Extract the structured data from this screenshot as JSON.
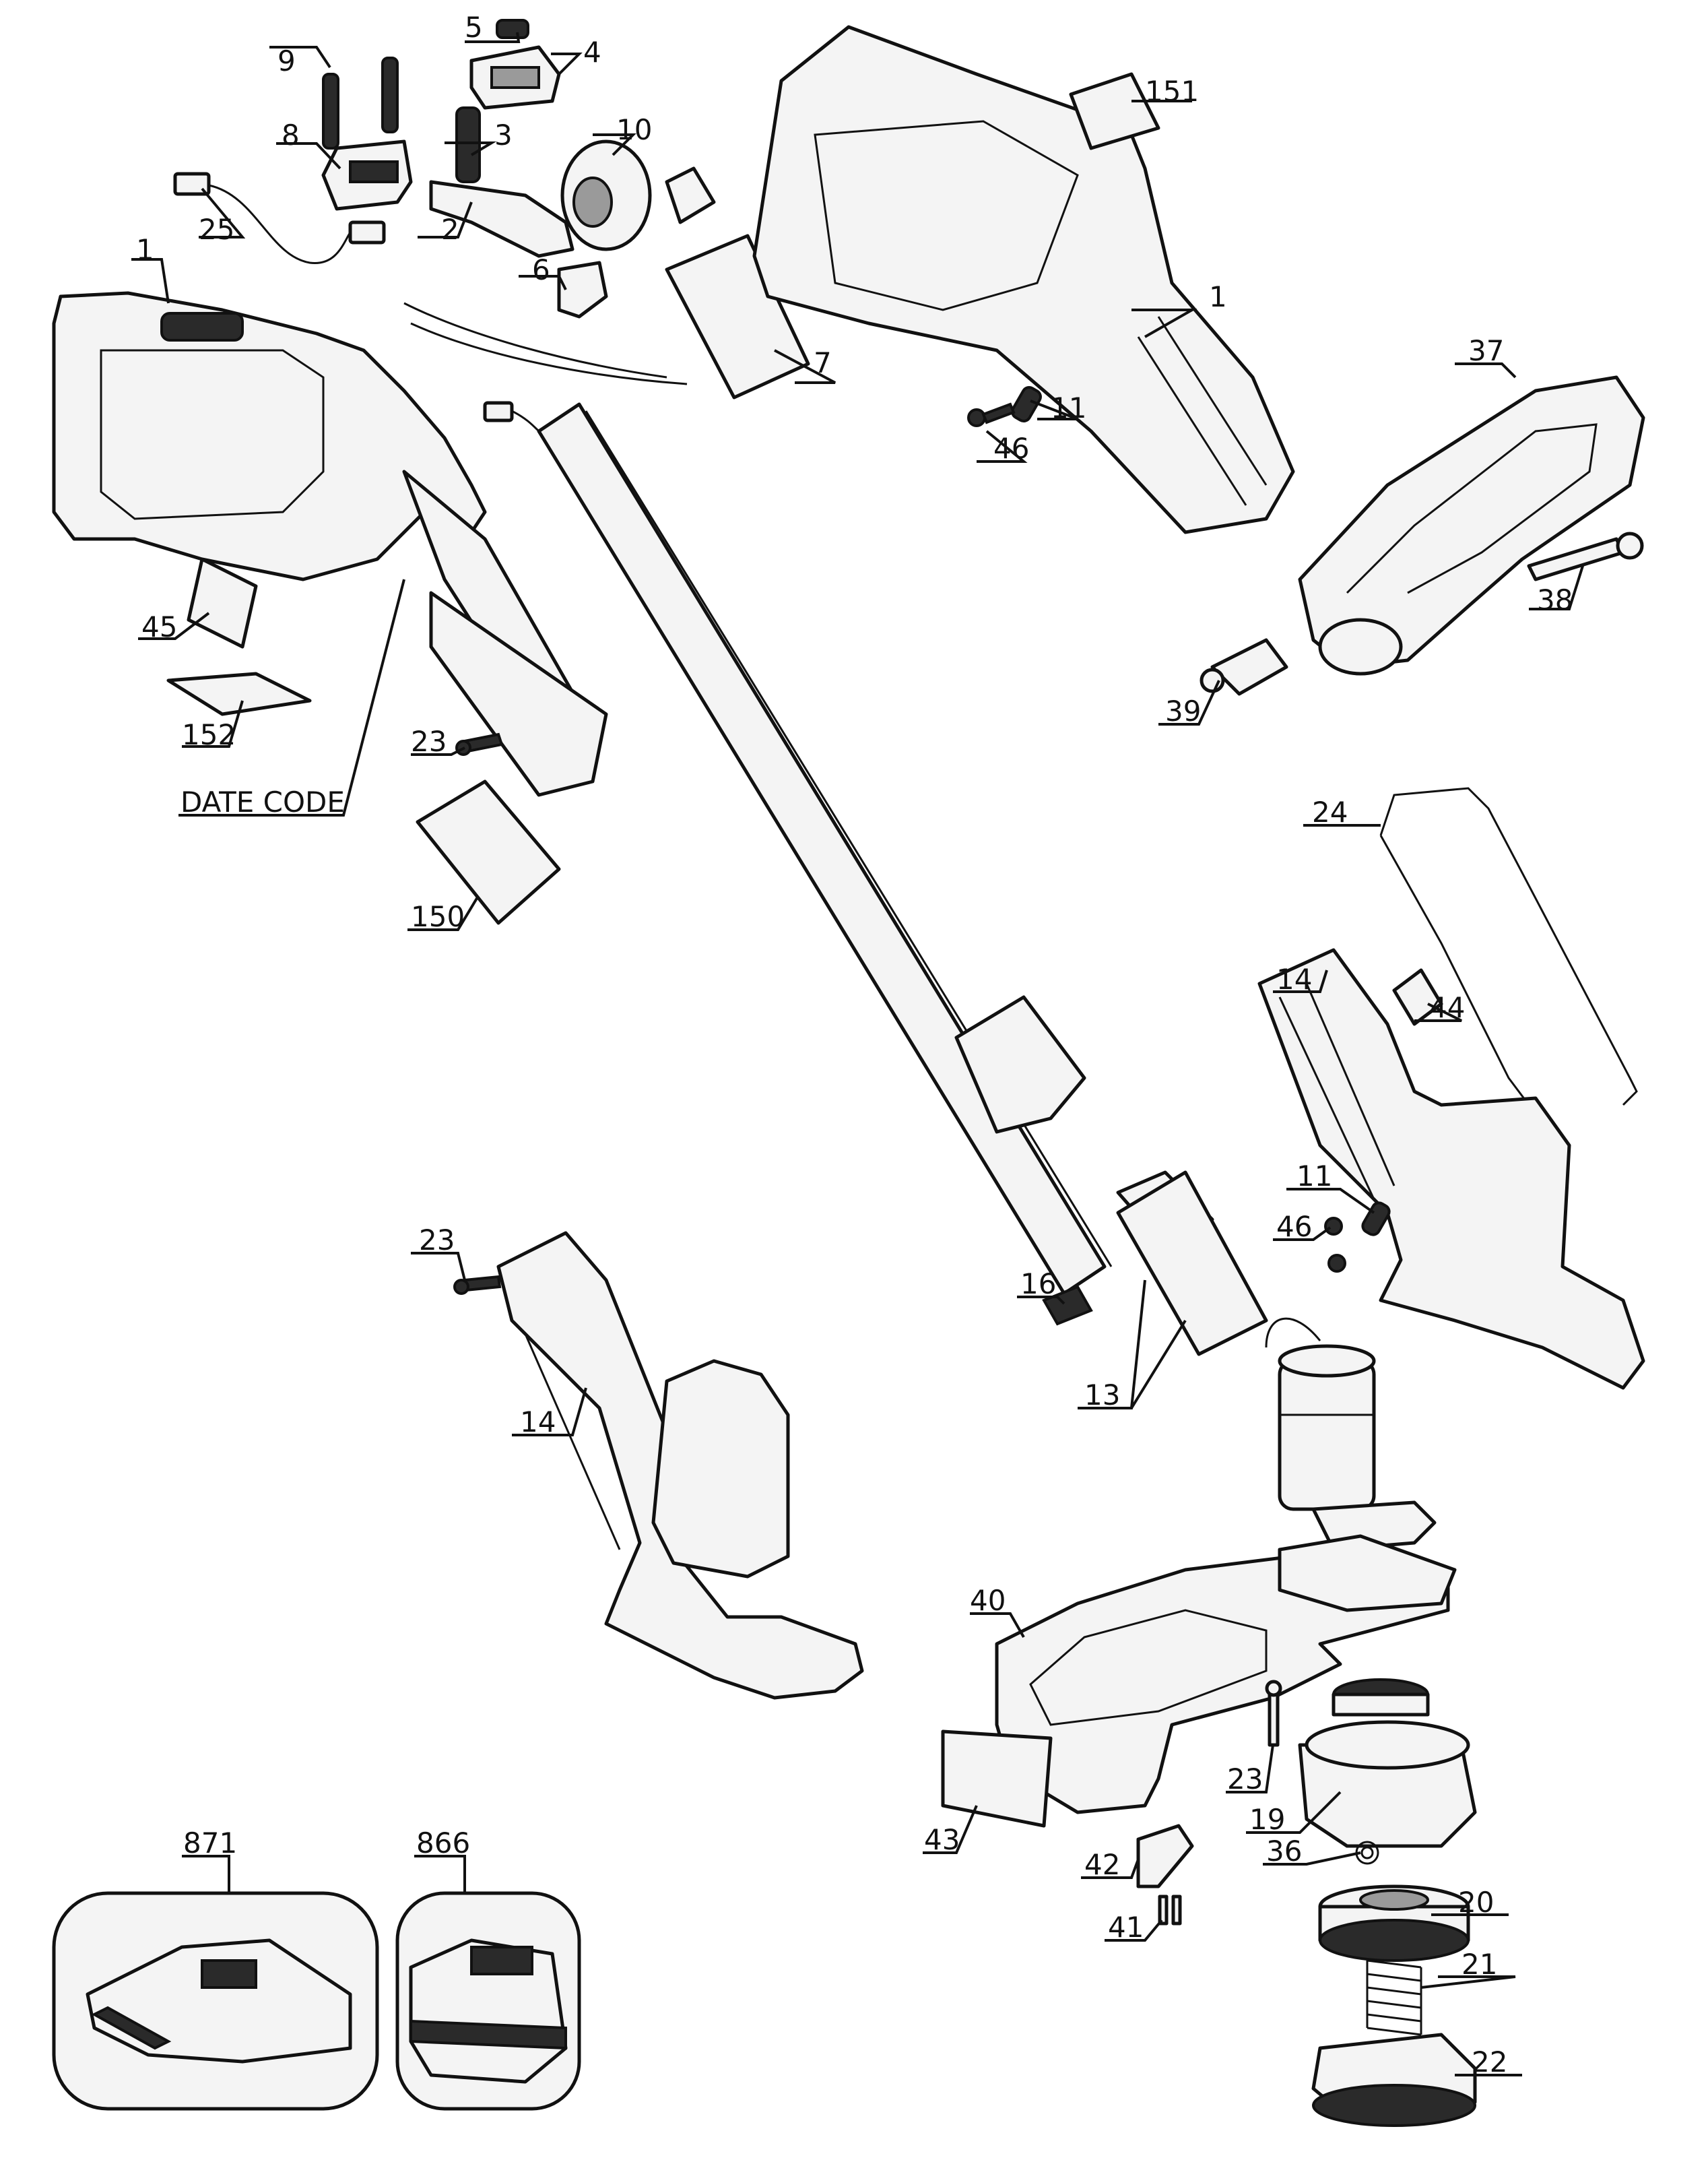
{
  "labels": {
    "l1a": "1",
    "l1b": "1",
    "l2": "2",
    "l3": "3",
    "l4": "4",
    "l5": "5",
    "l6": "6",
    "l7": "7",
    "l8": "8",
    "l9": "9",
    "l10": "10",
    "l11a": "11",
    "l11b": "11",
    "l13": "13",
    "l14a": "14",
    "l14b": "14",
    "l16": "16",
    "l19": "19",
    "l20": "20",
    "l21": "21",
    "l22": "22",
    "l23a": "23",
    "l23b": "23",
    "l23c": "23",
    "l24": "24",
    "l25": "25",
    "l36": "36",
    "l37": "37",
    "l38": "38",
    "l39": "39",
    "l40": "40",
    "l41": "41",
    "l42": "42",
    "l43": "43",
    "l44": "44",
    "l45": "45",
    "l46a": "46",
    "l46b": "46",
    "l150": "150",
    "l151": "151",
    "l152": "152",
    "l866": "866",
    "l871": "871",
    "date_code": "DATE CODE"
  }
}
